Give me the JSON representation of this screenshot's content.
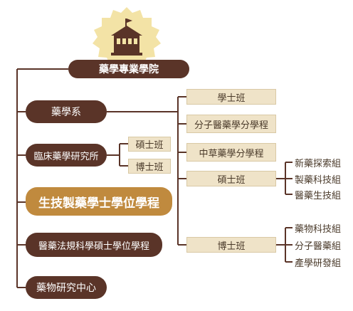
{
  "title": "藥學專業學院",
  "units": [
    {
      "label": "藥學系"
    },
    {
      "label": "臨床藥學研究所"
    },
    {
      "label": "生技製藥學士學位學程"
    },
    {
      "label": "醫藥法規科學碩士學位學程"
    },
    {
      "label": "藥物研究中心"
    }
  ],
  "clinical_sub": [
    "碩士班",
    "博士班"
  ],
  "dept_programs": [
    "學士班",
    "分子醫藥學分學程",
    "中草藥學分學程",
    "碩士班",
    "博士班"
  ],
  "master_groups": [
    "新藥探索組",
    "製藥科技組",
    "醫藥生技組"
  ],
  "phd_groups": [
    "藥物科技組",
    "分子醫藥組",
    "產學研發組"
  ],
  "colors": {
    "dark": "#5a3428",
    "gold": "#c08a3e",
    "light": "#efe3c8",
    "line": "#5a3428"
  },
  "icons": {
    "header": "building-icon"
  }
}
